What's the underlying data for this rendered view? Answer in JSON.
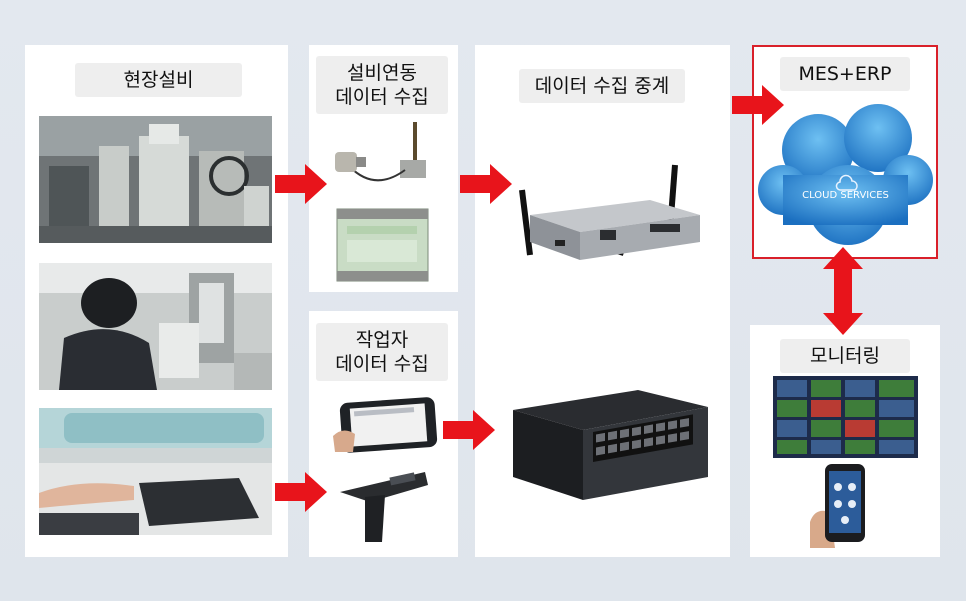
{
  "columns": {
    "field_equipment": {
      "title": "현장설비"
    },
    "equipment_data": {
      "title_line1": "설비연동",
      "title_line2": "데이터 수집"
    },
    "worker_data": {
      "title_line1": "작업자",
      "title_line2": "데이터 수집"
    },
    "data_relay": {
      "title": "데이터 수집 중계"
    },
    "mes_erp": {
      "title": "MES+ERP",
      "cloud_text": "CLOUD SERVICES"
    },
    "monitoring": {
      "title": "모니터링"
    }
  },
  "colors": {
    "arrow": "#e8141b",
    "mes_border": "#d9202a",
    "cloud": "#2f8fd8",
    "panel": "#ffffff",
    "label_bg": "#eeeeee"
  },
  "icons": [
    "factory-machine-photo",
    "lab-worker-photo",
    "scanner-workstation-photo",
    "wireless-sensor",
    "io-module",
    "tablet",
    "barcode-scanner",
    "gateway-router",
    "network-switch",
    "cloud-icon",
    "dashboard-monitor",
    "smartphone"
  ]
}
